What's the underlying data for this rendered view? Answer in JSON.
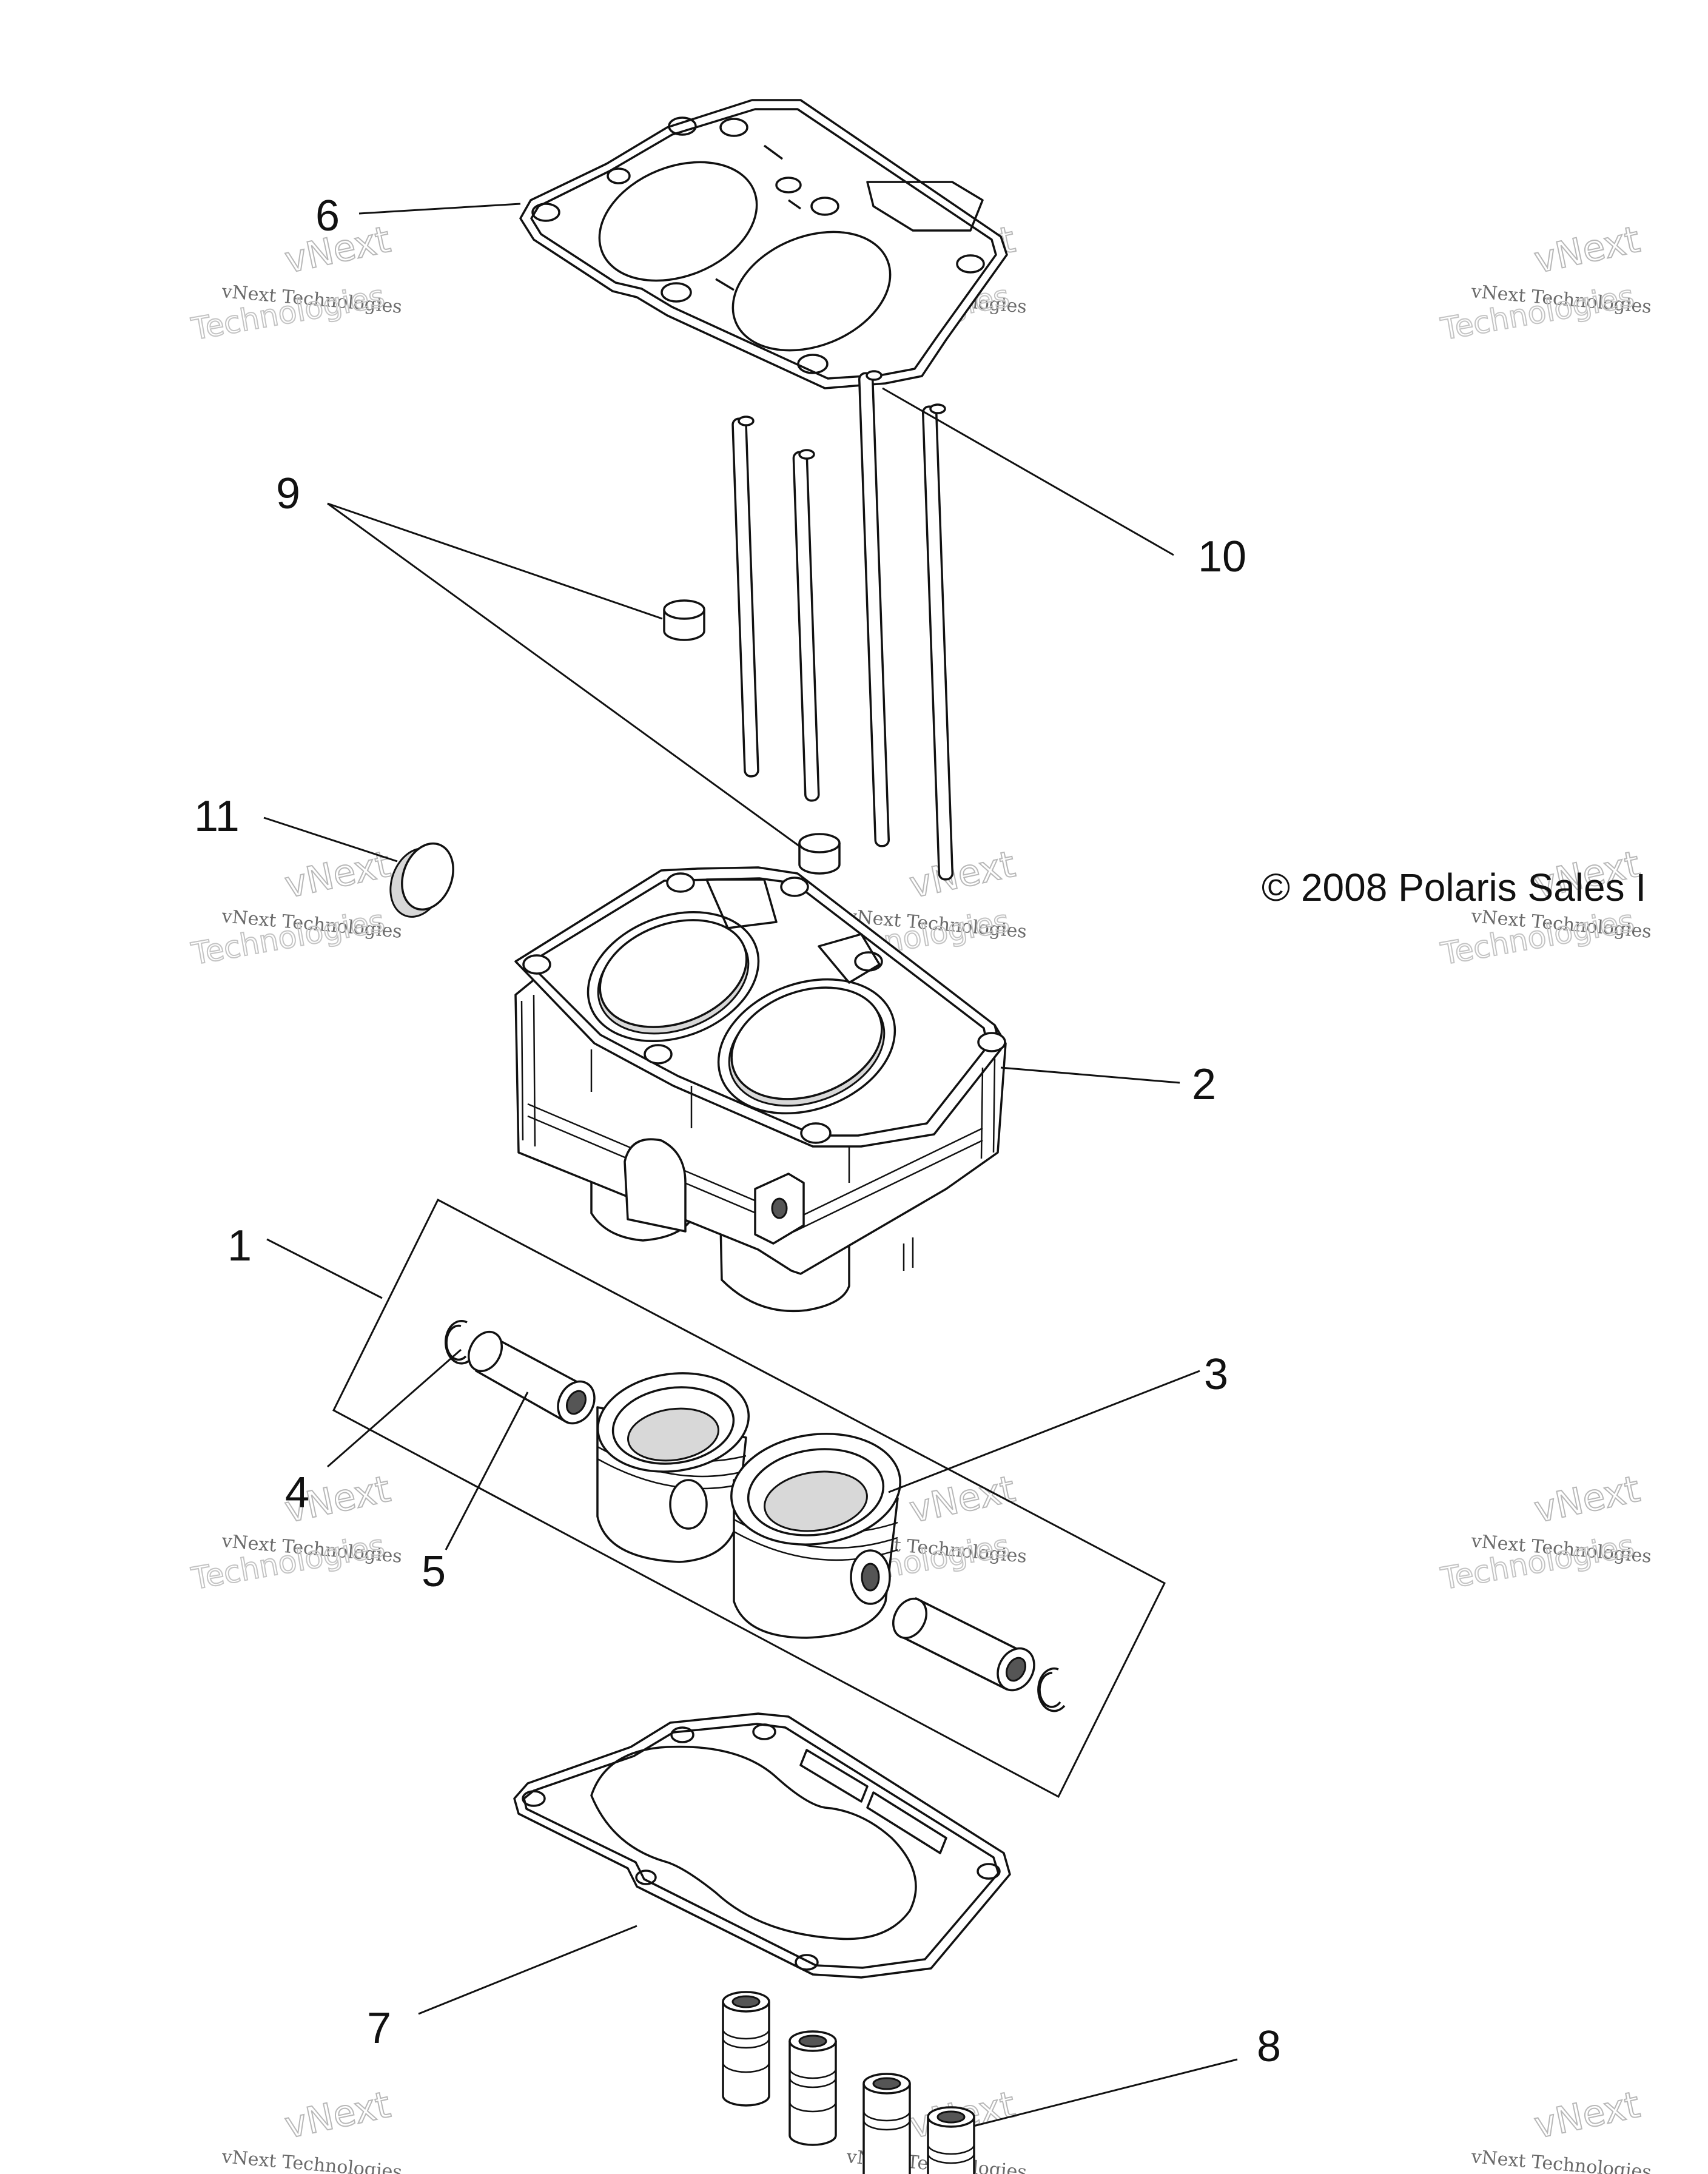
{
  "copyright": "© 2008 Polaris Sales I",
  "watermark": {
    "line1": "vNext Technologies",
    "line2": "vNext",
    "line3": "Technologies"
  },
  "callouts": [
    {
      "id": "1",
      "label": "1"
    },
    {
      "id": "2",
      "label": "2"
    },
    {
      "id": "3",
      "label": "3"
    },
    {
      "id": "4",
      "label": "4"
    },
    {
      "id": "5",
      "label": "5"
    },
    {
      "id": "6",
      "label": "6"
    },
    {
      "id": "7",
      "label": "7"
    },
    {
      "id": "8",
      "label": "8"
    },
    {
      "id": "9",
      "label": "9"
    },
    {
      "id": "10",
      "label": "10"
    },
    {
      "id": "11",
      "label": "11"
    }
  ]
}
